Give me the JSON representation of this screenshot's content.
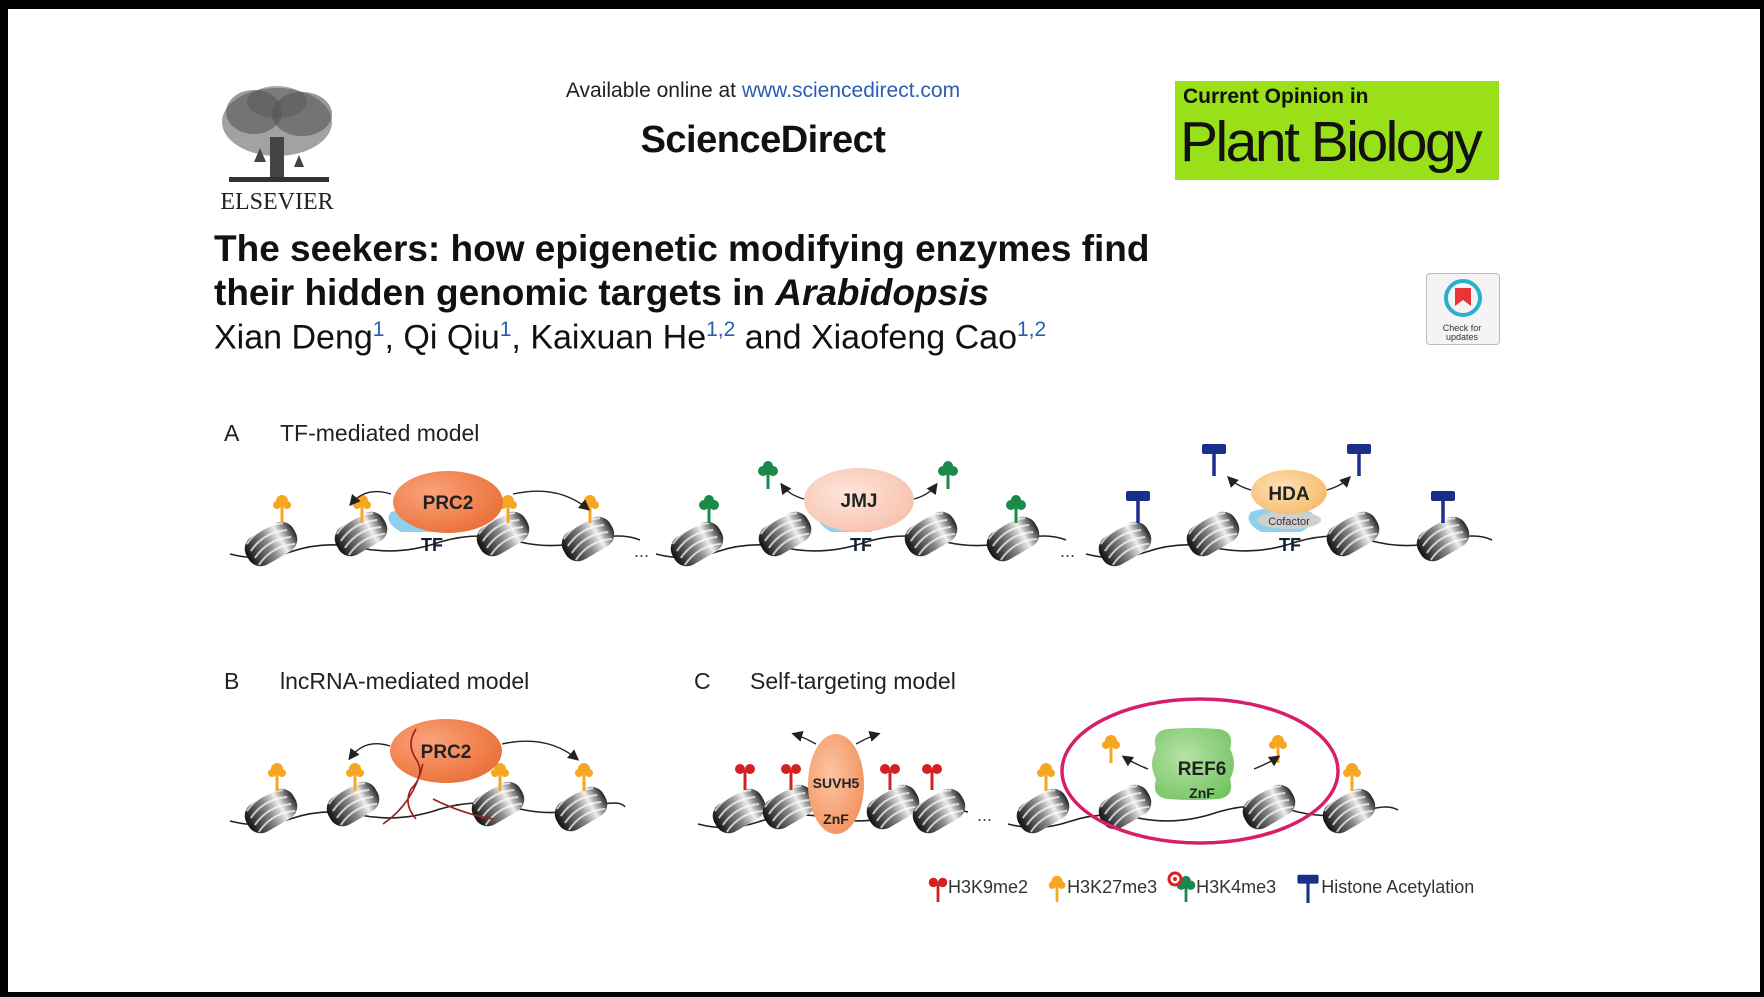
{
  "header": {
    "publisher": "ELSEVIER",
    "available_prefix": "Available online at ",
    "available_url": "www.sciencedirect.com",
    "brand": "ScienceDirect",
    "journal_line1": "Current Opinion in",
    "journal_line2": "Plant Biology"
  },
  "paper": {
    "title_line1": "The seekers: how epigenetic modifying enzymes find",
    "title_line2_plain": "their hidden genomic targets in ",
    "title_line2_italic": "Arabidopsis",
    "authors": [
      {
        "name": "Xian Deng",
        "aff": "1"
      },
      {
        "name": "Qi Qiu",
        "aff": "1"
      },
      {
        "name": "Kaixuan He",
        "aff": "1,2"
      },
      {
        "name": "Xiaofeng Cao",
        "aff": "1,2"
      }
    ],
    "author_sep": ", ",
    "author_and": " and ",
    "check_updates": "Check for updates"
  },
  "figure": {
    "panels": [
      {
        "letter": "A",
        "title": "TF-mediated model"
      },
      {
        "letter": "B",
        "title": "lncRNA-mediated model"
      },
      {
        "letter": "C",
        "title": "Self-targeting model"
      }
    ],
    "proteins": {
      "prc2": "PRC2",
      "tf": "TF",
      "jmj": "JMJ",
      "hda": "HDA",
      "cofactor": "Cofactor",
      "suvh5": "SUVH5",
      "znf": "ZnF",
      "ref6": "REF6"
    },
    "ellipsis": "...",
    "legend": [
      {
        "label": "H3K9me2",
        "color": "#d42020"
      },
      {
        "label": "H3K27me3",
        "color": "#f5a623"
      },
      {
        "label": "H3K4me3",
        "color": "#1a8a4a"
      },
      {
        "label": "Histone Acetylation",
        "color": "#1a2f8a"
      }
    ],
    "colors": {
      "orange_protein": "#f07840",
      "jmj": "#fbd0c0",
      "hda": "#f9c98a",
      "cofactor": "#cfcfcf",
      "tf": "#8fd0ef",
      "ref6": "#8cd07a",
      "ref6_ring": "#d81e6a"
    }
  }
}
